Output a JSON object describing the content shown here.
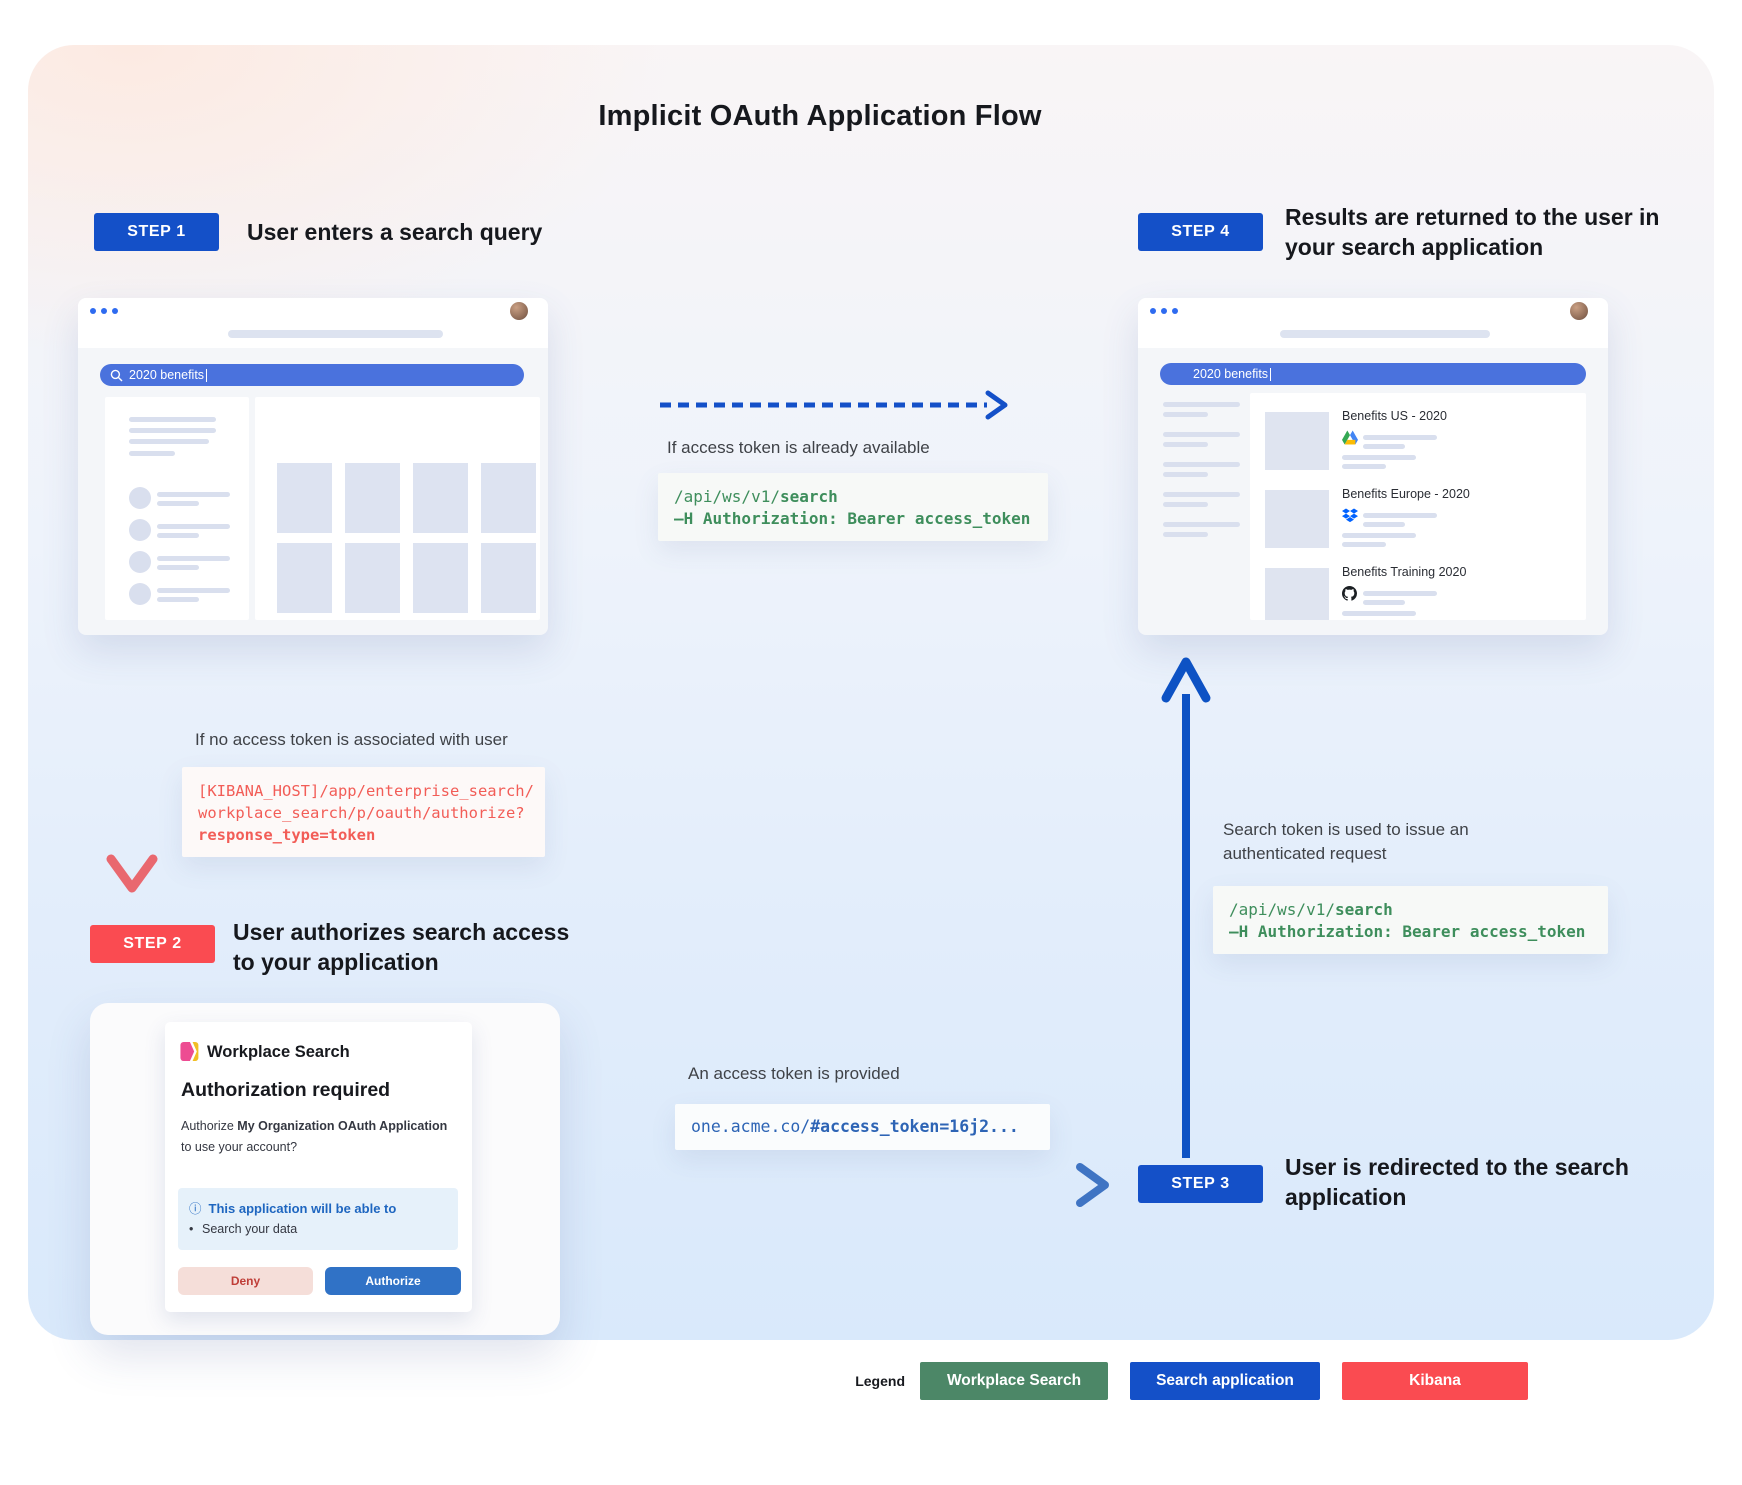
{
  "title": "Implicit OAuth Application Flow",
  "steps": [
    {
      "badge": "STEP 1",
      "label": "User enters a search query"
    },
    {
      "badge": "STEP 2",
      "label_line1": "User authorizes search access",
      "label_line2": "to your application"
    },
    {
      "badge": "STEP 3",
      "label_line1": "User is redirected to the search",
      "label_line2": "application"
    },
    {
      "badge": "STEP 4",
      "label_line1": "Results are returned to the user in",
      "label_line2": "your search application"
    }
  ],
  "browser_step1": {
    "search_query": "2020 benefits"
  },
  "browser_step4": {
    "search_query": "2020 benefits",
    "results": [
      {
        "title": "Benefits US - 2020",
        "source_icon": "google-drive"
      },
      {
        "title": "Benefits Europe - 2020",
        "source_icon": "dropbox"
      },
      {
        "title": "Benefits Training 2020",
        "source_icon": "github"
      }
    ]
  },
  "annotations": {
    "token_available": "If access token is already available",
    "no_token": "If no access token is associated with user",
    "token_provided": "An access token is provided",
    "token_used_line1": "Search token is used to issue an",
    "token_used_line2": "authenticated request"
  },
  "code_blocks": {
    "search_api": {
      "line1_plain": "/api/ws/v1/",
      "line1_bold": "search",
      "line2_bold": "–H Authorization: Bearer access_token"
    },
    "kibana_authorize": {
      "line1": "[KIBANA_HOST]/app/enterprise_search/",
      "line2": "workplace_search/p/oauth/authorize?",
      "line3_bold": "response_type=token"
    },
    "redirect": {
      "plain": "one.acme.co/",
      "bold": "#access_token=16j2..."
    }
  },
  "dialog": {
    "app_name": "Workplace Search",
    "heading": "Authorization required",
    "body_prefix": "Authorize ",
    "body_bold": "My Organization OAuth Application",
    "body_suffix": " to use your account?",
    "info_icon": "ⓘ",
    "permissions_title": "This application will be able to",
    "permission_item": "Search your data",
    "deny_label": "Deny",
    "authorize_label": "Authorize"
  },
  "legend": {
    "label": "Legend",
    "items": [
      {
        "label": "Workplace Search",
        "color": "#4c8767"
      },
      {
        "label": "Search application",
        "color": "#1450c8"
      },
      {
        "label": "Kibana",
        "color": "#fa4b51"
      }
    ]
  },
  "colors": {
    "step_blue": "#1450c8",
    "step_red": "#fa4b51",
    "search_bar_blue": "#4a72dd",
    "code_green": "#3e8e5c",
    "code_red": "#f25d57",
    "code_blue": "#2d64b5",
    "arrow_blue": "#0d52c4",
    "arrow_red": "#e9686f",
    "authorize_blue": "#3072c6",
    "deny_red": "#bf3e38",
    "logo_pink": "#ed4c92",
    "logo_gold": "#f1bf24"
  }
}
